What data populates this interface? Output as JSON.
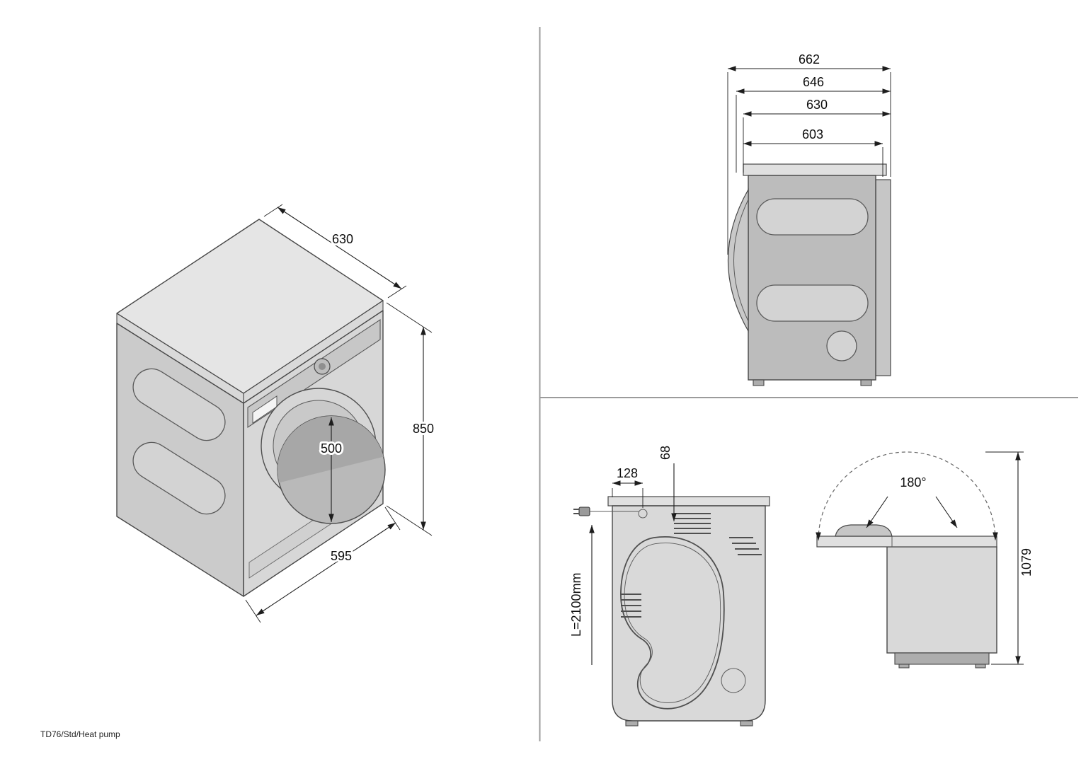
{
  "footer": {
    "model_label": "TD76/Std/Heat pump"
  },
  "colors": {
    "background": "#ffffff",
    "line_dark": "#2e2e2e",
    "divider_gray": "#9b9b9b",
    "machine_gray_light": "#e5e5e5",
    "machine_gray_mid": "#cccccc",
    "machine_gray_dark": "#b9b9b9"
  },
  "isometric_view": {
    "depth_mm": "630",
    "height_mm": "850",
    "door_diameter_mm": "500",
    "width_mm": "595"
  },
  "side_view": {
    "overall_depth_mm": "662",
    "depth_with_lid_mm": "646",
    "depth_cabinet_mm": "630",
    "depth_body_mm": "603"
  },
  "rear_view": {
    "cord_offset_mm": "128",
    "vent_offset_mm": "68",
    "cord_length_label": "L=2100mm"
  },
  "lid_open_view": {
    "opening_angle": "180°",
    "max_height_mm": "1079"
  }
}
